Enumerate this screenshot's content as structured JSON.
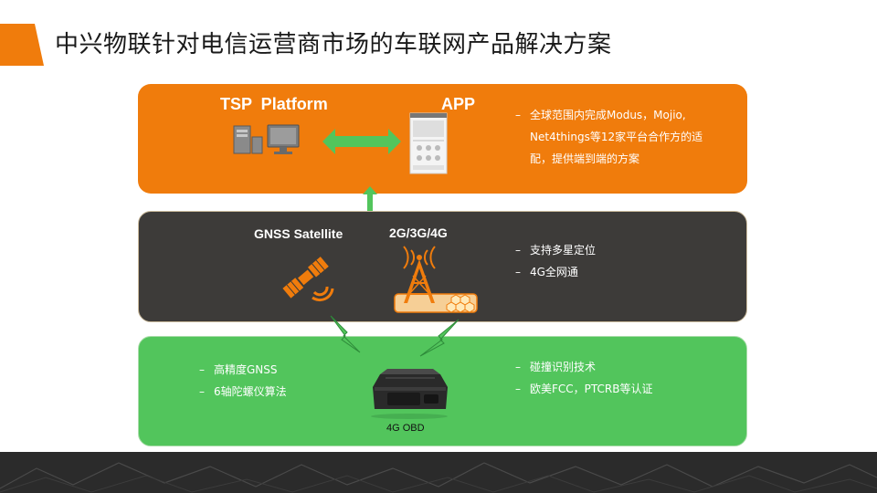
{
  "slide": {
    "title": "中兴物联针对电信运营商市场的车联网产品解决方案"
  },
  "colors": {
    "orange": "#f07c0c",
    "dark": "#3d3b39",
    "green": "#52c55c",
    "footer": "#2b2b2b",
    "arrow_green": "#52c55c"
  },
  "top_panel": {
    "tsp_label": "TSP  Platform",
    "app_label": "APP",
    "bullets": [
      {
        "dash": "–",
        "text": "全球范围内完成Modus，Mojio,"
      },
      {
        "dash": "",
        "text": "Net4things等12家平台合作方的适"
      },
      {
        "dash": "",
        "text": "配，提供端到端的方案"
      }
    ],
    "icons": [
      "server-icon",
      "monitor-icon",
      "double-arrow-icon",
      "phone-app-icon"
    ]
  },
  "middle_panel": {
    "gnss_label": "GNSS Satellite",
    "network_label": "2G/3G/4G",
    "bullets": [
      {
        "dash": "–",
        "text": "支持多星定位"
      },
      {
        "dash": "–",
        "text": "4G全网通"
      }
    ],
    "icons": [
      "satellite-icon",
      "cell-tower-icon"
    ]
  },
  "bottom_panel": {
    "left_bullets": [
      {
        "dash": "–",
        "text": "高精度GNSS"
      },
      {
        "dash": "–",
        "text": "6轴陀螺仪算法"
      }
    ],
    "right_bullets": [
      {
        "dash": "–",
        "text": "碰撞识别技术"
      },
      {
        "dash": "–",
        "text": "欧美FCC，PTCRB等认证"
      }
    ],
    "device_label": "4G OBD",
    "icons": [
      "obd-device-icon",
      "lightning-icon"
    ]
  }
}
